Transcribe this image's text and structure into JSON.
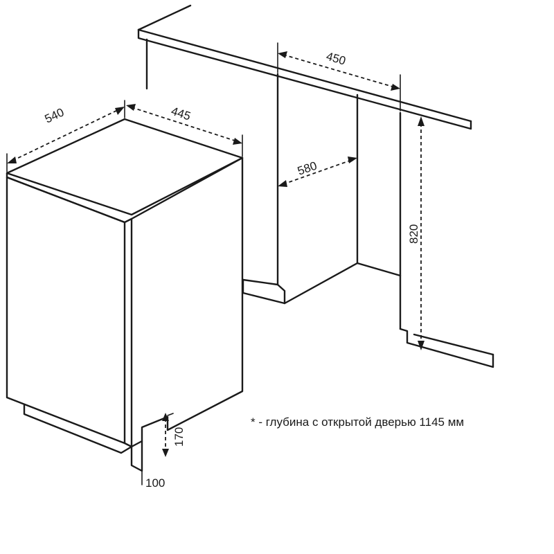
{
  "dimensions": {
    "depth_540": "540",
    "width_445": "445",
    "niche_width_450": "450",
    "niche_depth_580": "580",
    "niche_height_820": "820",
    "plinth_170": "170",
    "plinth_100": "100"
  },
  "note": "* - глубина с открытой дверью 1145 мм"
}
